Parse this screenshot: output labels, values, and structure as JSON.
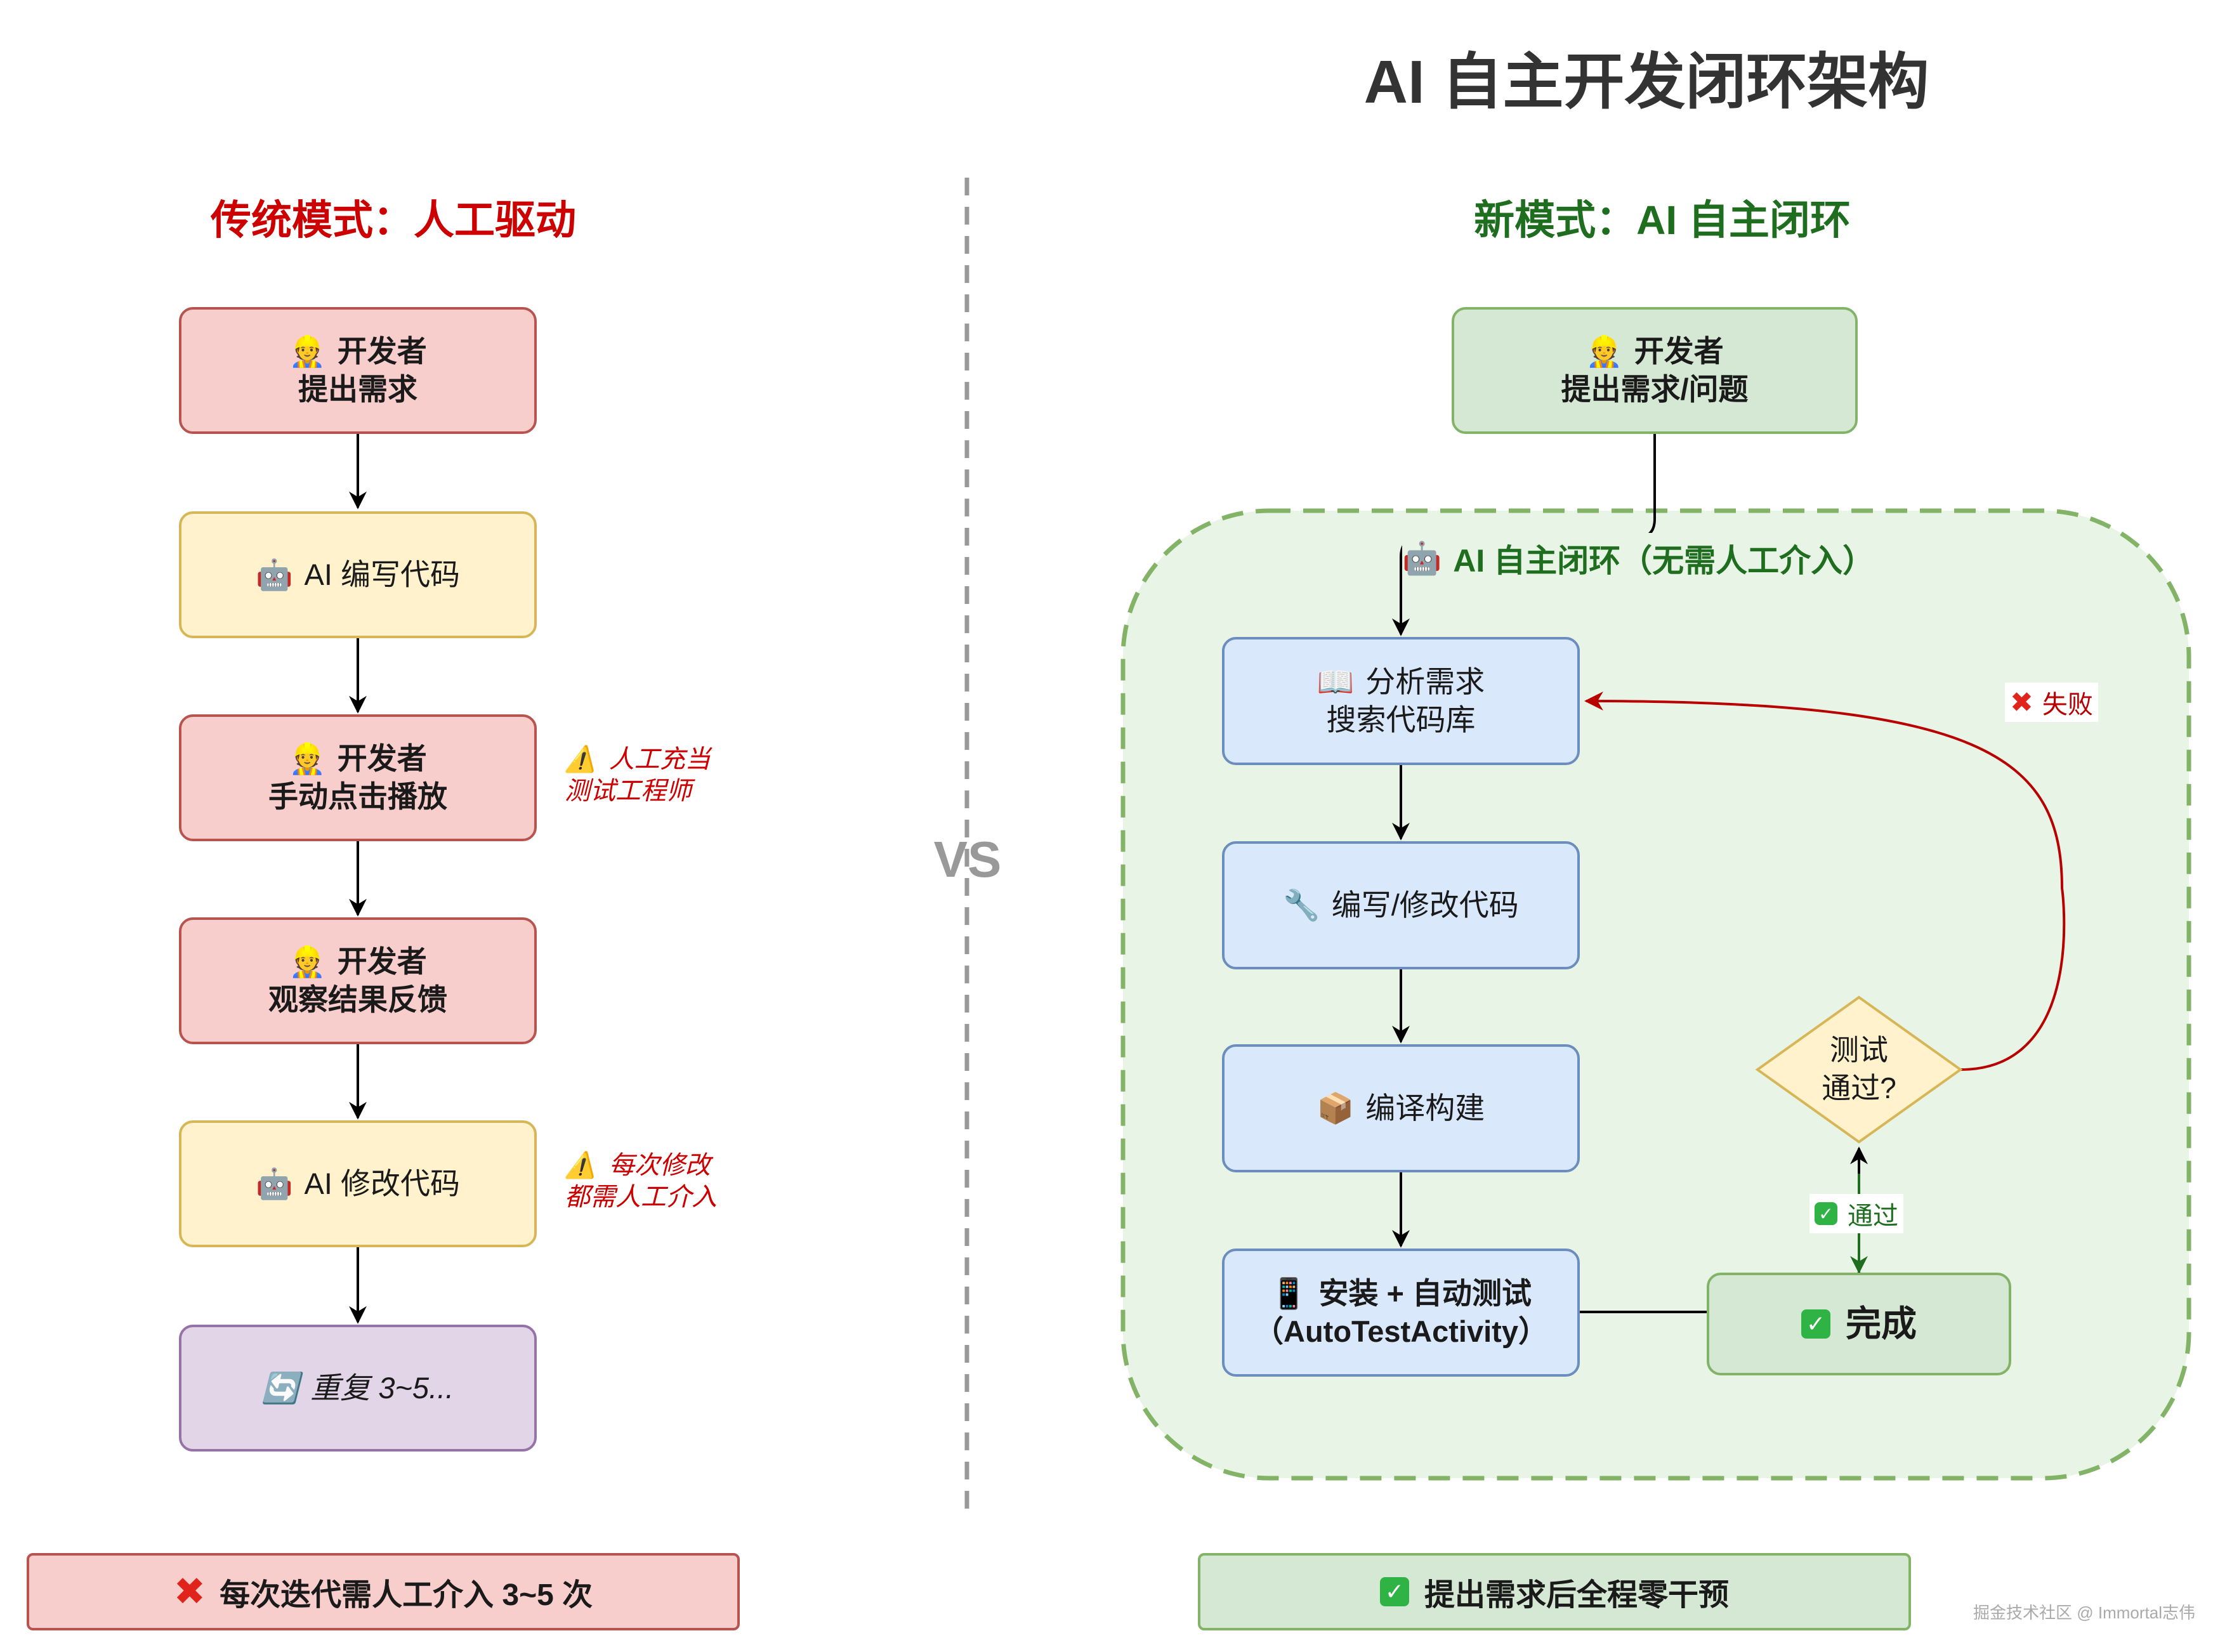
{
  "title": "AI 自主开发闭环架构",
  "left": {
    "title": "传统模式：人工驱动",
    "title_color": "#cc0000",
    "steps": [
      {
        "icon": "👷",
        "line1": "开发者",
        "line2": "提出需求",
        "color": "red"
      },
      {
        "icon": "🤖",
        "line1": "AI 编写代码",
        "color": "yellow"
      },
      {
        "icon": "👷",
        "line1": "开发者",
        "line2": "手动点击播放",
        "color": "red"
      },
      {
        "icon": "👷",
        "line1": "开发者",
        "line2": "观察结果反馈",
        "color": "red"
      },
      {
        "icon": "🤖",
        "line1": "AI 修改代码",
        "color": "yellow"
      },
      {
        "icon": "🔄",
        "line1": "重复 3~5...",
        "color": "purple"
      }
    ],
    "notes": [
      {
        "icon": "⚠️",
        "line1": "人工充当",
        "line2": "测试工程师"
      },
      {
        "icon": "⚠️",
        "line1": "每次修改",
        "line2": "都需人工介入"
      }
    ],
    "summary": {
      "icon": "x-icon",
      "text": "每次迭代需人工介入 3~5 次"
    }
  },
  "vs_label": "VS",
  "right": {
    "title": "新模式：AI 自主闭环",
    "title_color": "#1f6e1f",
    "developer": {
      "icon": "👷",
      "line1": "开发者",
      "line2": "提出需求/问题"
    },
    "loop_label": {
      "icon": "🤖",
      "text": "AI 自主闭环（无需人工介入）"
    },
    "steps": [
      {
        "icon": "📖",
        "line1": "分析需求",
        "line2": "搜索代码库"
      },
      {
        "icon": "🔧",
        "line1": "编写/修改代码"
      },
      {
        "icon": "📦",
        "line1": "编译构建"
      },
      {
        "icon": "📱",
        "line1": "安装 + 自动测试",
        "line2": "（AutoTestActivity）"
      }
    ],
    "decision": {
      "line1": "测试",
      "line2": "通过?"
    },
    "fail_label": {
      "icon": "x-icon",
      "text": "失败"
    },
    "pass_label": {
      "icon": "check-icon",
      "text": "通过"
    },
    "done": {
      "icon": "check-icon",
      "text": "完成"
    },
    "summary": {
      "icon": "check-icon",
      "text": "提出需求后全程零干预"
    }
  },
  "watermark": "掘金技术社区 @ Immortal志伟"
}
